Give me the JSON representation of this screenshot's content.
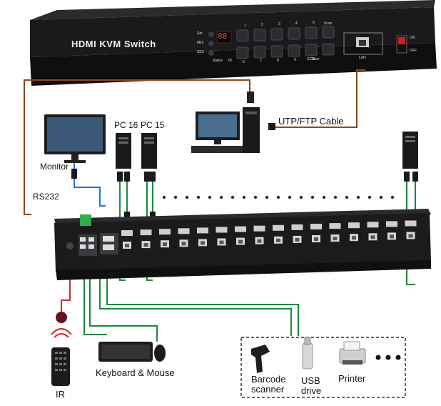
{
  "switch": {
    "title": "HDMI KVM Switch",
    "front_labels": {
      "set": "Set",
      "mini": "Mini",
      "sec": "SEC",
      "status": "Status",
      "ir": "IR",
      "scan": "Scan",
      "close": "S/Close",
      "lan": "LAN",
      "on": "ON",
      "off": "OFF",
      "display": "88",
      "top_numbers": [
        "1",
        "2",
        "3",
        "4",
        "5"
      ],
      "bottom_numbers": [
        "6",
        "7",
        "8",
        "9",
        "10"
      ]
    }
  },
  "labels": {
    "monitor": "Monitor",
    "rs232": "RS232",
    "pc16": "PC 16",
    "pc15": "PC 15",
    "cable": "UTP/FTP Cable",
    "keyboard_mouse": "Keyboard & Mouse",
    "ir": "IR",
    "barcode": [
      "Barcode",
      "scanner"
    ],
    "usb_drive": [
      "USB",
      "drive"
    ],
    "printer": "Printer"
  },
  "colors": {
    "rs232_line": "#8a4a1e",
    "utp_line": "#8a4a1e",
    "monitor_line": "#2a6fd6",
    "pc_line": "#1a8a3a",
    "usb_device_line": "#1a8a3a",
    "ir_line": "#c0302a",
    "chassis": "#1b1b1d"
  }
}
